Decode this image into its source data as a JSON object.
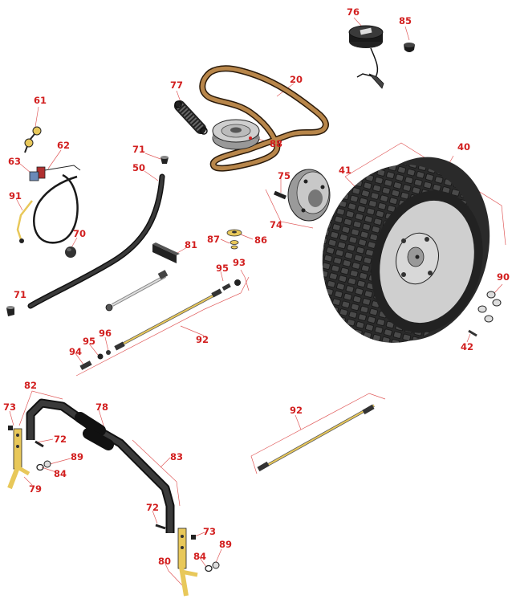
{
  "diagram": {
    "callouts": {
      "c76": "76",
      "c85": "85",
      "c77": "77",
      "c20": "20",
      "c61": "61",
      "c62": "62",
      "c63": "63",
      "c88": "88",
      "c71a": "71",
      "c50": "50",
      "c40": "40",
      "c41": "41",
      "c75": "75",
      "c91": "91",
      "c74": "74",
      "c70": "70",
      "c81": "81",
      "c87": "87",
      "c86": "86",
      "c95a": "95",
      "c93": "93",
      "c71b": "71",
      "c90": "90",
      "c92a": "92",
      "c96": "96",
      "c95b": "95",
      "c94": "94",
      "c42": "42",
      "c82": "82",
      "c78": "78",
      "c73a": "73",
      "c72a": "72",
      "c89a": "89",
      "c84a": "84",
      "c79": "79",
      "c92b": "92",
      "c83": "83",
      "c72b": "72",
      "c73b": "73",
      "c89b": "89",
      "c84b": "84",
      "c80": "80"
    },
    "colors": {
      "callout": "#d21f1f",
      "leader": "#e05a5a",
      "tire": "#3a3a3a",
      "rim": "#cfcfcf",
      "brass": "#e8c85a",
      "belt": "#8a6a3a"
    }
  }
}
